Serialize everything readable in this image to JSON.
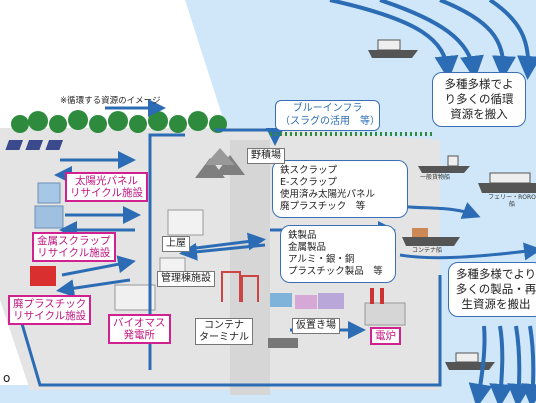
{
  "diagram": {
    "legend_note": "※循環する資源のイメージ",
    "blue_infra": "ブルーインフラ\n（スラグの活用　等）",
    "incoming_callout": "多種多様でよ\nり多くの循環\n資源を搬入",
    "outgoing_callout": "多種多様でより\n多くの製品・再\n生資源を搬出",
    "scrap_box": "鉄スクラップ\nE-スクラップ\n使用済み太陽光パネル\n廃プラスチック　等",
    "products_box": "鉄製品\n金属製品\nアルミ・銀・銅\nプラスチック製品　等",
    "facilities": {
      "solar": "太陽光パネル\nリサイクル施設",
      "metal": "金属スクラップ\nリサイクル施設",
      "plastic": "廃プラスチック\nリサイクル施設",
      "biomass": "バイオマス\n発電所",
      "furnace": "電炉"
    },
    "areas": {
      "yard": "野積場",
      "roof": "上屋",
      "admin": "管理棟施設",
      "container": "コンテナ\nターミナル",
      "temp": "仮置き場"
    },
    "ships": {
      "general_cargo": "一般貨物船",
      "ferry": "フェリー・RORO船",
      "container_ship": "コンテナ船"
    },
    "stray_char": "o"
  },
  "colors": {
    "sea": "#cfe7f8",
    "arrow": "#2b6cb5",
    "land": "#e3e3e3",
    "tree": "#2e8b3d",
    "pink": "#d1208f"
  }
}
